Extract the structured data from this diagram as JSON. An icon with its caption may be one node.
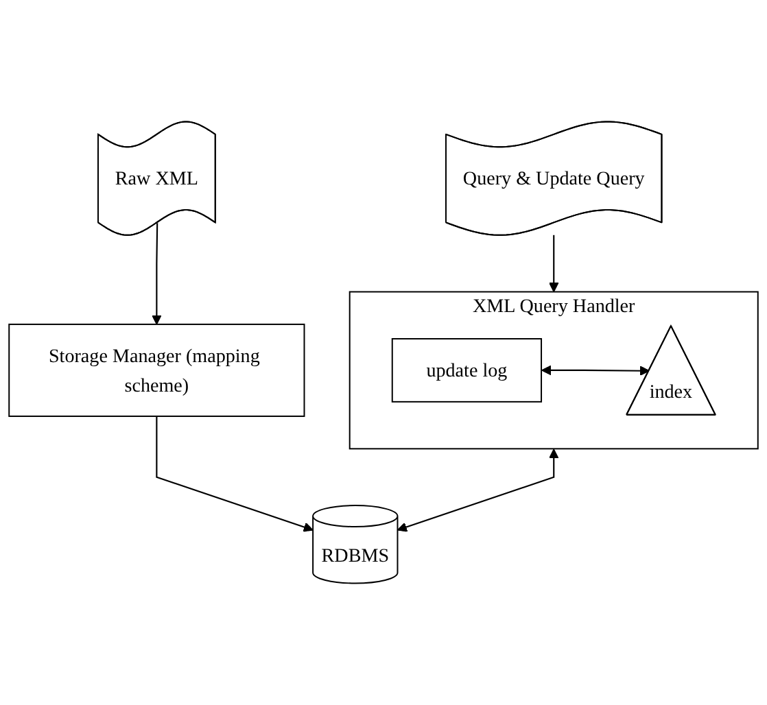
{
  "diagram": {
    "nodes": [
      {
        "text": [
          "Raw XML"
        ]
      },
      {
        "text": [
          "Query & Update Query"
        ]
      },
      {
        "text": [
          "Storage Manager (mapping scheme)"
        ]
      },
      {
        "text": [
          "XML Query Handler"
        ]
      },
      {
        "text": [
          "update log"
        ],
        "in": 3
      },
      {
        "text": [
          "index"
        ],
        "in": 3
      },
      {
        "text": [
          "RDBMS"
        ]
      }
    ],
    "edges": [
      {
        "from": 0,
        "to": 2,
        "arrow": "to"
      },
      {
        "from": 1,
        "to": 3,
        "arrow": "to"
      },
      {
        "from": 4,
        "to": 5,
        "arrow": "both"
      },
      {
        "from": 2,
        "to": 6,
        "arrow": "to"
      },
      {
        "from": 3,
        "to": 6,
        "arrow": "both"
      }
    ]
  }
}
